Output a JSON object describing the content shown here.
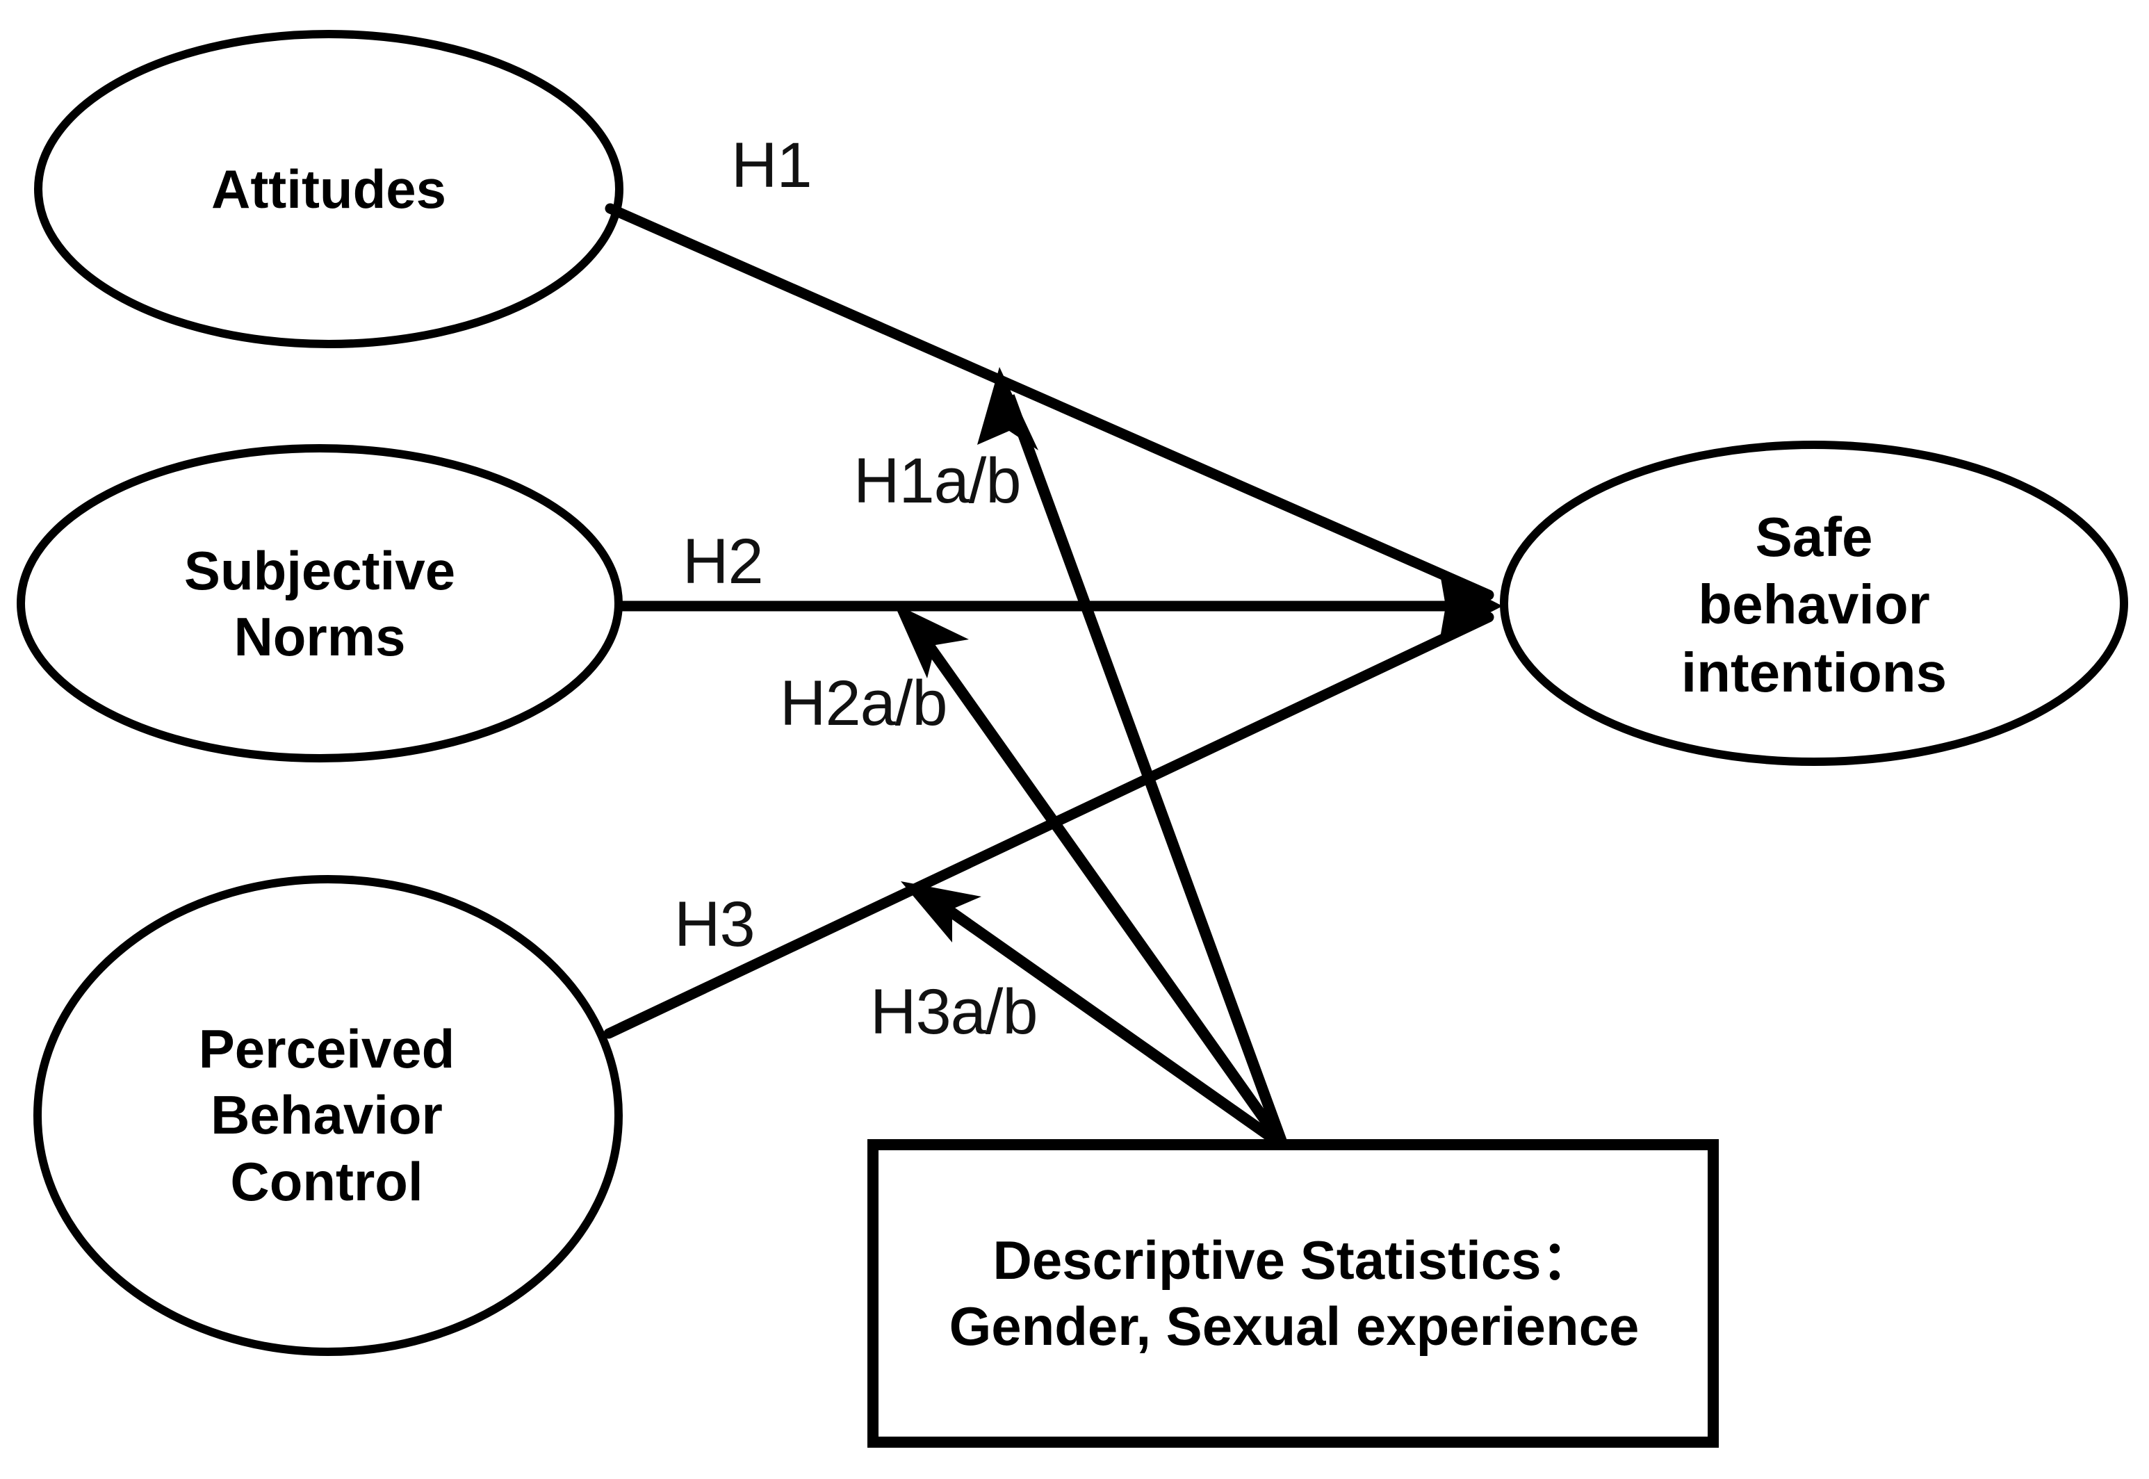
{
  "diagram": {
    "background_color": "#ffffff",
    "stroke_color": "#000000",
    "text_color": "#000000",
    "nodes": [
      {
        "id": "attitudes",
        "shape": "ellipse",
        "label": "Attitudes"
      },
      {
        "id": "subjective-norms",
        "shape": "ellipse",
        "label": "Subjective\nNorms"
      },
      {
        "id": "perceived-behavior-control",
        "shape": "ellipse",
        "label": "Perceived\nBehavior\nControl"
      },
      {
        "id": "safe-behavior-intentions",
        "shape": "ellipse",
        "label": "Safe\nbehavior\nintentions"
      },
      {
        "id": "descriptive-statistics",
        "shape": "rectangle",
        "label": "Descriptive Statistics：\nGender, Sexual experience",
        "line1": "Descriptive Statistics：",
        "line2": "Gender, Sexual experience"
      }
    ],
    "edges": [
      {
        "id": "h1",
        "label": "H1",
        "from": "attitudes",
        "to": "safe-behavior-intentions",
        "arrow": "single"
      },
      {
        "id": "h2",
        "label": "H2",
        "from": "subjective-norms",
        "to": "safe-behavior-intentions",
        "arrow": "single"
      },
      {
        "id": "h3",
        "label": "H3",
        "from": "perceived-behavior-control",
        "to": "safe-behavior-intentions",
        "arrow": "single"
      },
      {
        "id": "h1ab",
        "label": "H1a/b",
        "from": "descriptive-statistics",
        "to": "h1",
        "arrow": "single"
      },
      {
        "id": "h2ab",
        "label": "H2a/b",
        "from": "descriptive-statistics",
        "to": "h2",
        "arrow": "single"
      },
      {
        "id": "h3ab",
        "label": "H3a/b",
        "from": "descriptive-statistics",
        "to": "h3",
        "arrow": "single"
      }
    ]
  }
}
